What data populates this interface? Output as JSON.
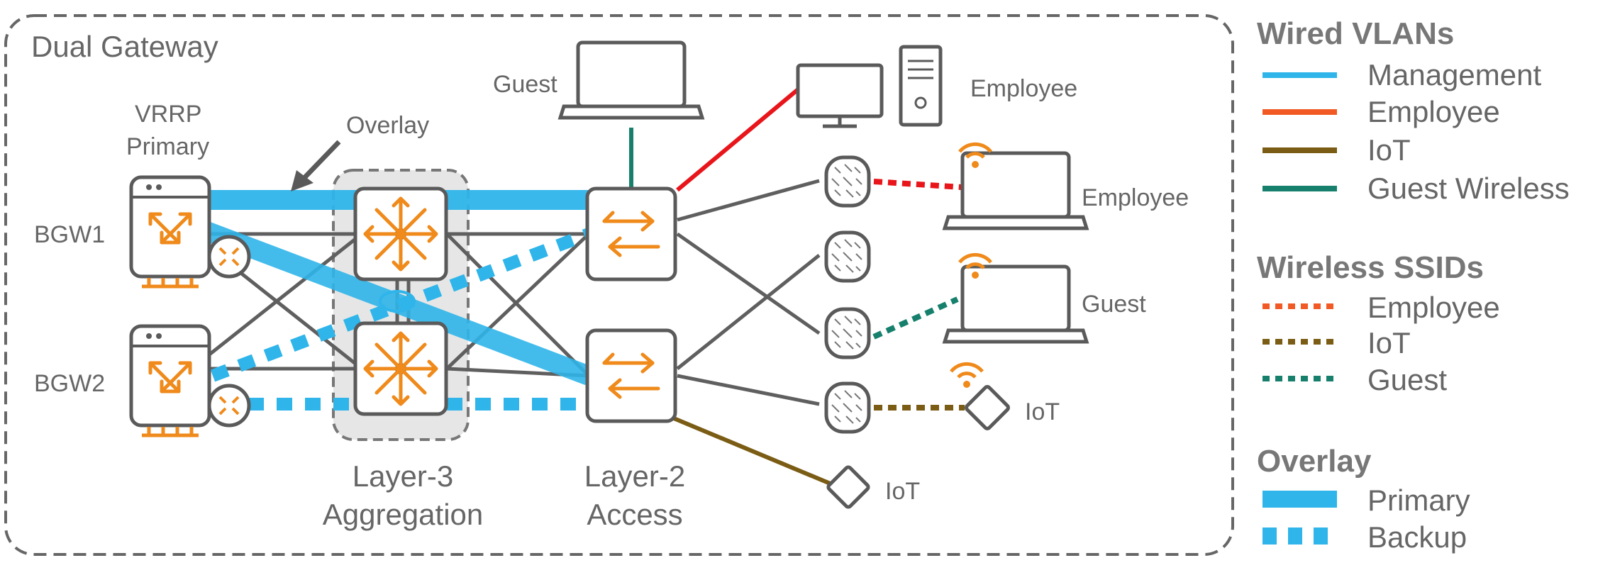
{
  "diagram": {
    "title": "Dual Gateway",
    "labels": {
      "vrrp_line1": "VRRP",
      "vrrp_line2": "Primary",
      "overlay": "Overlay",
      "bgw1": "BGW1",
      "bgw2": "BGW2",
      "guest_top": "Guest",
      "employee_top": "Employee",
      "employee_mid": "Employee",
      "guest_mid": "Guest",
      "iot_right": "IoT",
      "iot_bottom": "IoT",
      "layer3_line1": "Layer-3",
      "layer3_line2": "Aggregation",
      "layer2_line1": "Layer-2",
      "layer2_line2": "Access"
    }
  },
  "legend": {
    "wired_title": "Wired VLANs",
    "wired": [
      {
        "label": "Management",
        "color": "#2fb5ea"
      },
      {
        "label": "Employee",
        "color": "#f15a24"
      },
      {
        "label": "IoT",
        "color": "#7a5c14"
      },
      {
        "label": "Guest Wireless",
        "color": "#17806d"
      }
    ],
    "wireless_title": "Wireless SSIDs",
    "wireless": [
      {
        "label": "Employee",
        "color": "#f15a24"
      },
      {
        "label": "IoT",
        "color": "#7a5c14"
      },
      {
        "label": "Guest",
        "color": "#17806d"
      }
    ],
    "overlay_title": "Overlay",
    "overlay": [
      {
        "label": "Primary",
        "color": "#2fb5ea",
        "style": "solid"
      },
      {
        "label": "Backup",
        "color": "#2fb5ea",
        "style": "dashed"
      }
    ]
  },
  "colors": {
    "management": "#2fb5ea",
    "employee_red": "#e8151b",
    "employee_ssid": "#f15a24",
    "iot": "#7a5c14",
    "guest": "#17806d",
    "device_orange": "#ef8a1b",
    "gray": "#5a5a5a"
  }
}
